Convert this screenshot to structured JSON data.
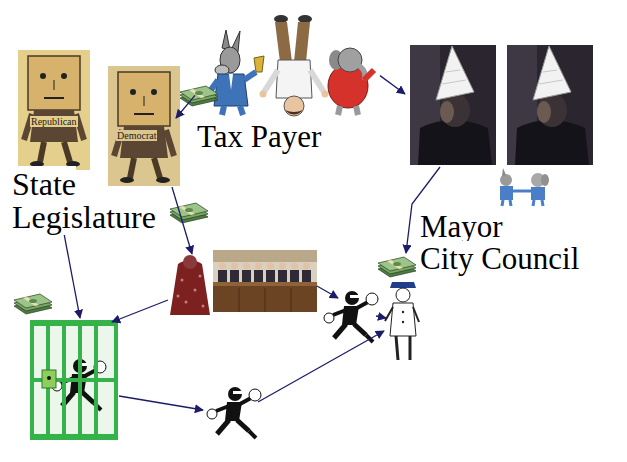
{
  "diagram": {
    "nodes": [
      {
        "text": [
          "State Legislature"
        ]
      },
      {
        "text": [
          "Tax Payer"
        ]
      },
      {
        "text": [
          "Mayor City Council"
        ]
      }
    ],
    "edges": [
      {
        "from": 1,
        "to": 0,
        "arrow": "to"
      },
      {
        "from": 1,
        "to": 2,
        "arrow": "to"
      }
    ],
    "labels": [
      "Republican",
      "Democrat"
    ]
  }
}
